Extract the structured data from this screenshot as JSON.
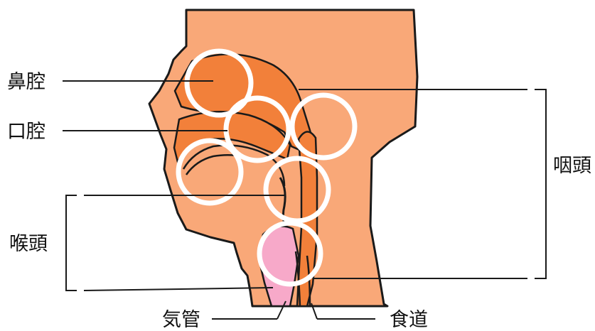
{
  "labels": {
    "nasal_cavity": "鼻腔",
    "oral_cavity": "口腔",
    "pharynx": "咽頭",
    "larynx": "喉頭",
    "trachea": "気管",
    "esophagus": "食道"
  },
  "colors": {
    "skin": "#f9a878",
    "cavity": "#f2803a",
    "pink": "#f7a9c9",
    "outline": "#1a1a1a",
    "ring": "#ffffff"
  }
}
